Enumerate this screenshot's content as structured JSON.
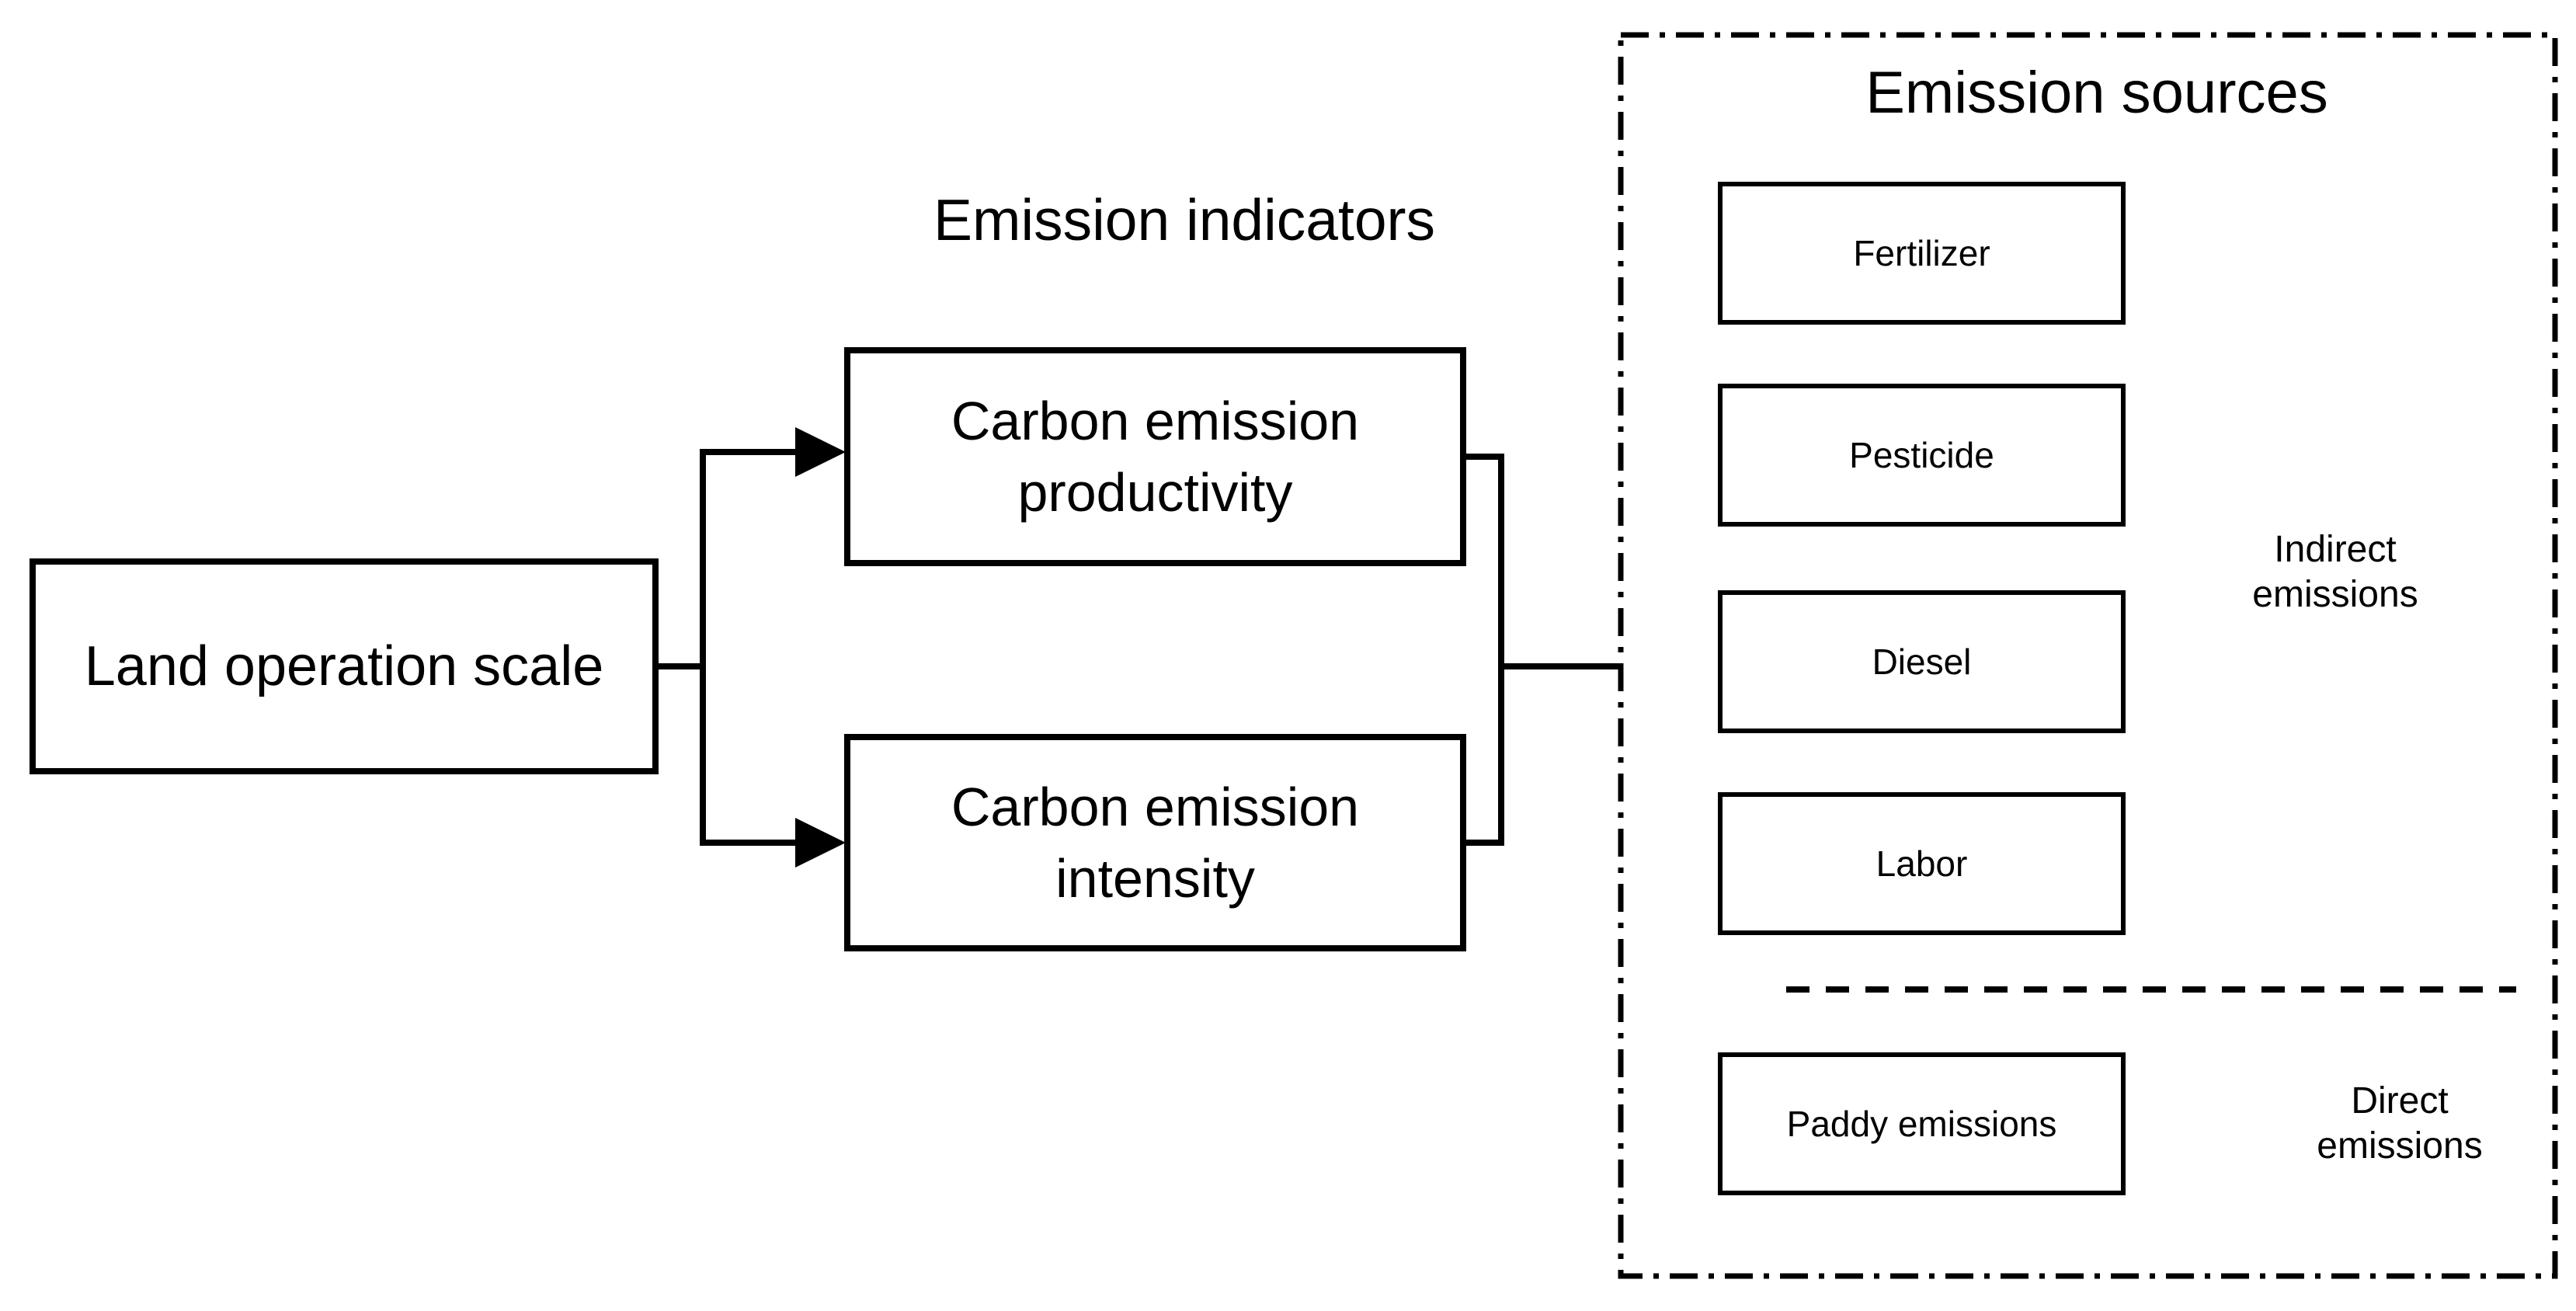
{
  "left_box": {
    "label": "Land operation scale"
  },
  "indicators": {
    "header": "Emission indicators",
    "productivity_label": "Carbon emission\nproductivity",
    "intensity_label": "Carbon emission\nintensity"
  },
  "sources": {
    "header": "Emission sources",
    "boxes": {
      "fertilizer": "Fertilizer",
      "pesticide": "Pesticide",
      "diesel": "Diesel",
      "labor": "Labor",
      "paddy": "Paddy emissions"
    },
    "indirect_label": "Indirect\nemissions",
    "direct_label": "Direct\nemissions"
  },
  "icons": {
    "arrowhead": "right-pointing-solid-triangle"
  },
  "colors": {
    "line": "#000000",
    "text": "#000000",
    "background": "#ffffff"
  }
}
